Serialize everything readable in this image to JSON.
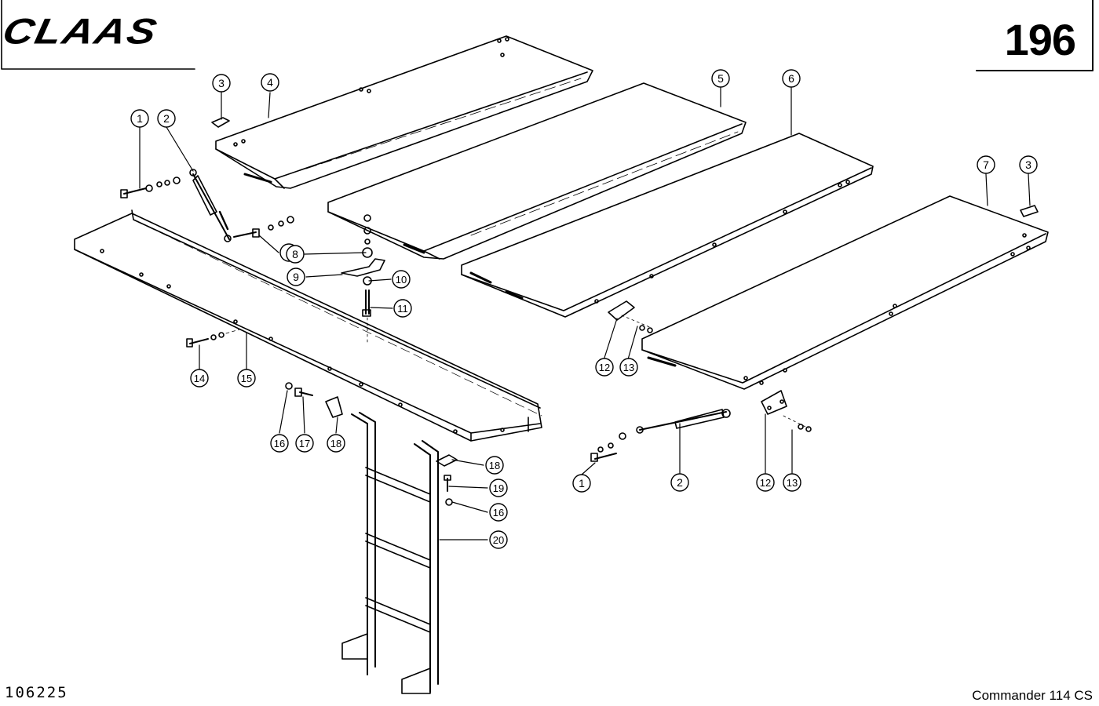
{
  "header": {
    "brand": "CLAAS",
    "page_number": "196"
  },
  "footer": {
    "drawing_number": "106225",
    "model": "Commander 114 CS"
  },
  "callouts": [
    {
      "id": "c1a",
      "label": "1"
    },
    {
      "id": "c2a",
      "label": "2"
    },
    {
      "id": "c3a",
      "label": "3"
    },
    {
      "id": "c4",
      "label": "4"
    },
    {
      "id": "c5",
      "label": "5"
    },
    {
      "id": "c6",
      "label": "6"
    },
    {
      "id": "c7",
      "label": "7"
    },
    {
      "id": "c3b",
      "label": "3"
    },
    {
      "id": "c1b",
      "label": "1"
    },
    {
      "id": "c8",
      "label": "8"
    },
    {
      "id": "c9",
      "label": "9"
    },
    {
      "id": "c10",
      "label": "10"
    },
    {
      "id": "c11",
      "label": "11"
    },
    {
      "id": "c14",
      "label": "14"
    },
    {
      "id": "c15",
      "label": "15"
    },
    {
      "id": "c12a",
      "label": "12"
    },
    {
      "id": "c13a",
      "label": "13"
    },
    {
      "id": "c16a",
      "label": "16"
    },
    {
      "id": "c17",
      "label": "17"
    },
    {
      "id": "c18a",
      "label": "18"
    },
    {
      "id": "c18b",
      "label": "18"
    },
    {
      "id": "c19",
      "label": "19"
    },
    {
      "id": "c16b",
      "label": "16"
    },
    {
      "id": "c20",
      "label": "20"
    },
    {
      "id": "c1c",
      "label": "1"
    },
    {
      "id": "c2b",
      "label": "2"
    },
    {
      "id": "c12b",
      "label": "12"
    },
    {
      "id": "c13b",
      "label": "13"
    }
  ]
}
